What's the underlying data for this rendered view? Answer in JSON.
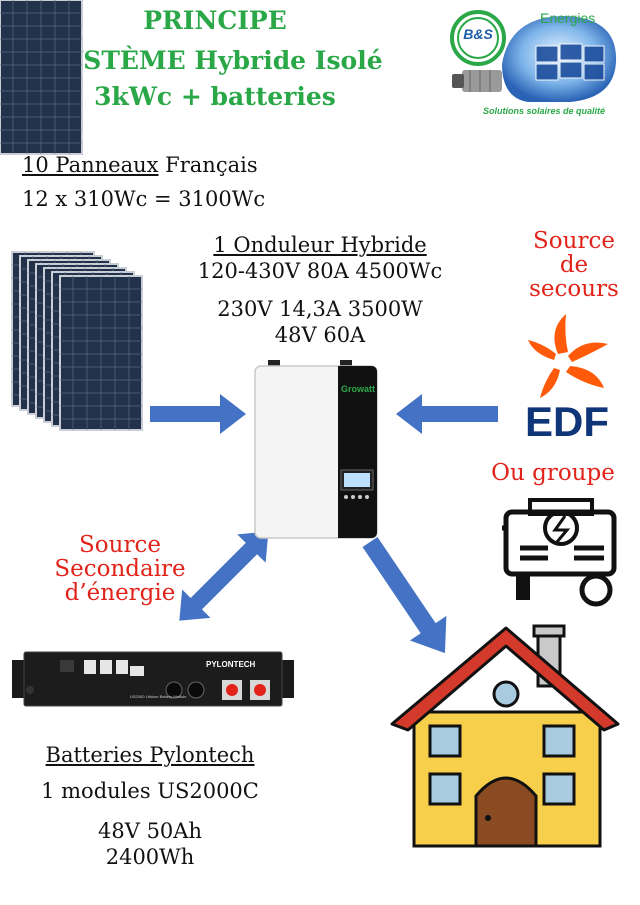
{
  "header": {
    "title_line1": "PRINCIPE",
    "title_line2": "SYSTÈME Hybride Isolé",
    "title_line3": "3kWc + batteries"
  },
  "logo": {
    "initials": "B&S",
    "brand": "Energies",
    "tagline": "Solutions solaires de qualité"
  },
  "panels": {
    "count_label": "10 Panneaux",
    "origin": "Français",
    "formula": "12 x 310Wc = 3100Wc"
  },
  "inverter": {
    "title": "1 Onduleur Hybride",
    "spec1": "120-430V 80A 4500Wc",
    "spec2": "230V 14,3A 3500W",
    "spec3": "48V 60A",
    "brand": "Growatt"
  },
  "backup": {
    "line1": "Source",
    "line2": "de",
    "line3": "secours",
    "utility": "EDF",
    "alternative": "Ou groupe"
  },
  "secondary": {
    "line1": "Source",
    "line2": "Secondaire",
    "line3": "d’énergie"
  },
  "battery": {
    "title": "Batteries Pylontech",
    "modules": "1 modules US2000C",
    "spec1": "48V 50Ah",
    "spec2": "2400Wh",
    "brand": "PYLONTECH",
    "module_label": "US2000 Lithium Battery Module"
  },
  "colors": {
    "title_green": "#2aa848",
    "accent_red": "#e2231a",
    "arrow_blue": "#4472c4",
    "edf_blue": "#10367a",
    "edf_orange": "#ff5a0a",
    "house_yellow": "#f7cf4a",
    "roof_red": "#d33a2b"
  }
}
